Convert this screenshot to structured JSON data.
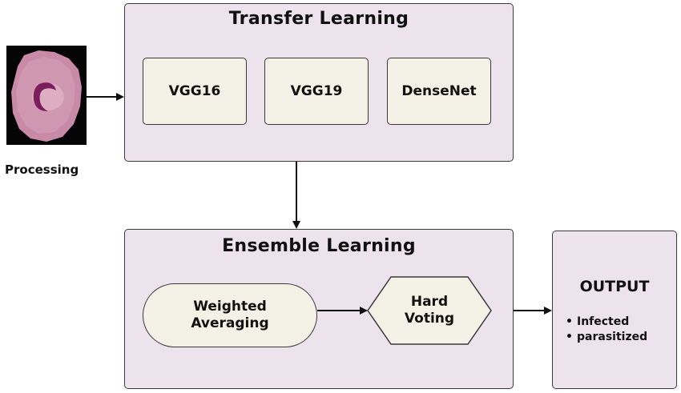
{
  "input": {
    "caption": "Processing"
  },
  "transfer_learning": {
    "title": "Transfer Learning",
    "models": [
      "VGG16",
      "VGG19",
      "DenseNet"
    ]
  },
  "ensemble_learning": {
    "title": "Ensemble Learning",
    "weighted_averaging": "Weighted\nAveraging",
    "hard_voting": "Hard\nVoting"
  },
  "output": {
    "title": "OUTPUT",
    "items": [
      "Infected",
      "parasitized"
    ]
  },
  "colors": {
    "panel_fill": "#ece3ec",
    "box_fill": "#f4f1e6",
    "stroke": "#3a3a3a",
    "cell_fill": "#c88aa6",
    "cell_nucleus": "#7a1f5c"
  },
  "icons": {
    "input_image": "blood-cell-image"
  }
}
